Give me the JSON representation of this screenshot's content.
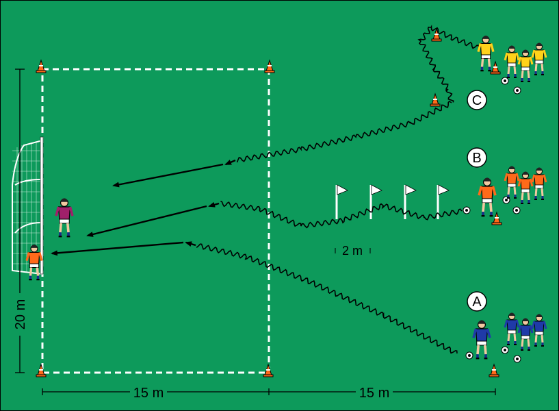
{
  "colors": {
    "field": "#0d9a5b",
    "line": "#ffffff",
    "cone": "#ff6a1a",
    "team_a": "#1f3aa8",
    "team_b": "#ff6a1a",
    "team_c": "#ffd21a",
    "keeper": "#a0206a",
    "keeper2": "#ff6a1a"
  },
  "groups": [
    {
      "id": "A",
      "label": "A"
    },
    {
      "id": "B",
      "label": "B"
    },
    {
      "id": "C",
      "label": "C"
    }
  ],
  "dimensions": {
    "height_label": "20 m",
    "left_width_label": "15 m",
    "right_width_label": "15 m",
    "pole_gap_label": "2 m"
  },
  "icons": {
    "cone": "cone-icon",
    "flag": "flag-icon",
    "ball": "ball-icon",
    "player": "player-icon",
    "goal": "goal-icon"
  }
}
